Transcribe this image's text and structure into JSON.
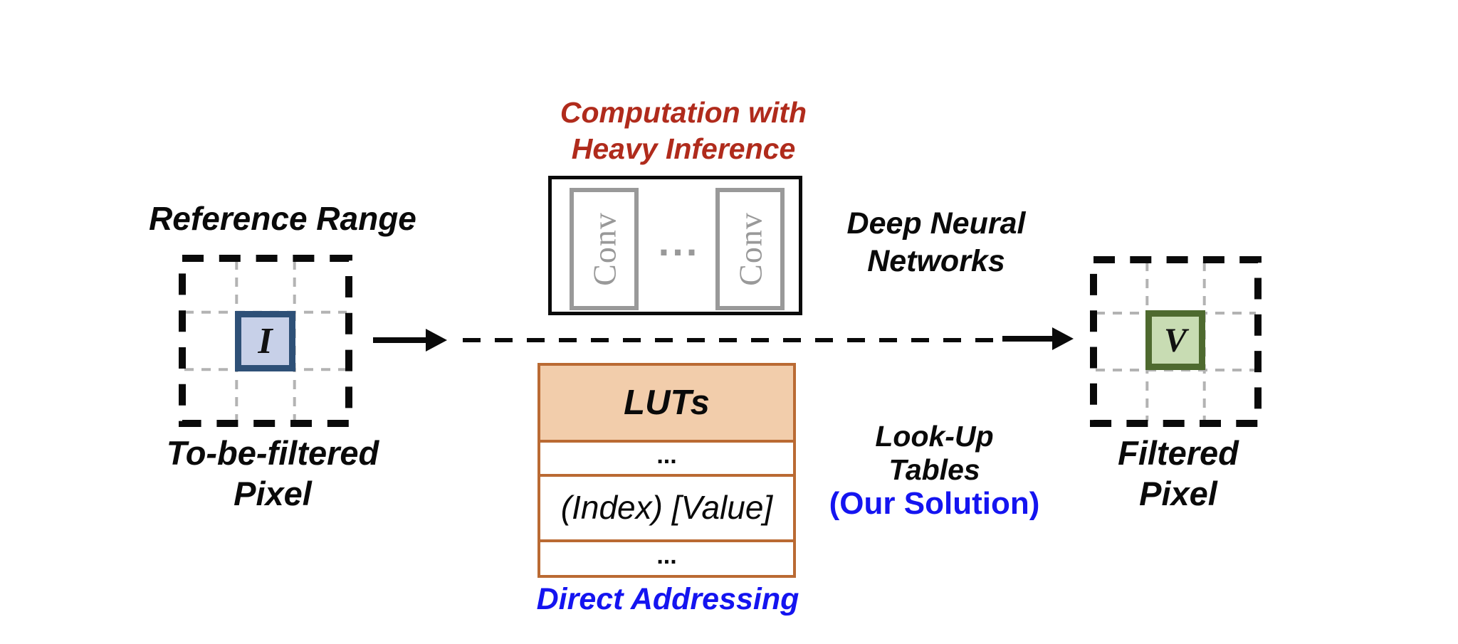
{
  "colors": {
    "background": "#ffffff",
    "text_black": "#0a0a0a",
    "accent_red": "#b02b1c",
    "accent_blue": "#1414f0",
    "conv_gray": "#999999",
    "grid_inner_line": "#b3b3b3",
    "lut_border": "#ba6a33",
    "lut_header_fill": "#f2cdab",
    "input_pixel_border": "#2e5077",
    "input_pixel_fill": "#c7d0e8",
    "output_pixel_border": "#4e6a2f",
    "output_pixel_fill": "#c8dcb3"
  },
  "reference": {
    "title": "Reference Range",
    "pixel_label": "I",
    "caption": [
      "To-be-filtered",
      "Pixel"
    ]
  },
  "dnn": {
    "title": [
      "Computation with",
      "Heavy Inference"
    ],
    "conv_left": "Conv",
    "dots": "...",
    "conv_right": "Conv",
    "label": [
      "Deep Neural",
      "Networks"
    ]
  },
  "lut": {
    "header": "LUTs",
    "row_top": "...",
    "row_main": "(Index) [Value]",
    "row_bottom": "...",
    "caption": "Direct Addressing",
    "label": [
      "Look-Up",
      "Tables"
    ],
    "label_highlight": "(Our Solution)"
  },
  "filtered": {
    "pixel_label": "V",
    "caption": [
      "Filtered",
      "Pixel"
    ]
  }
}
